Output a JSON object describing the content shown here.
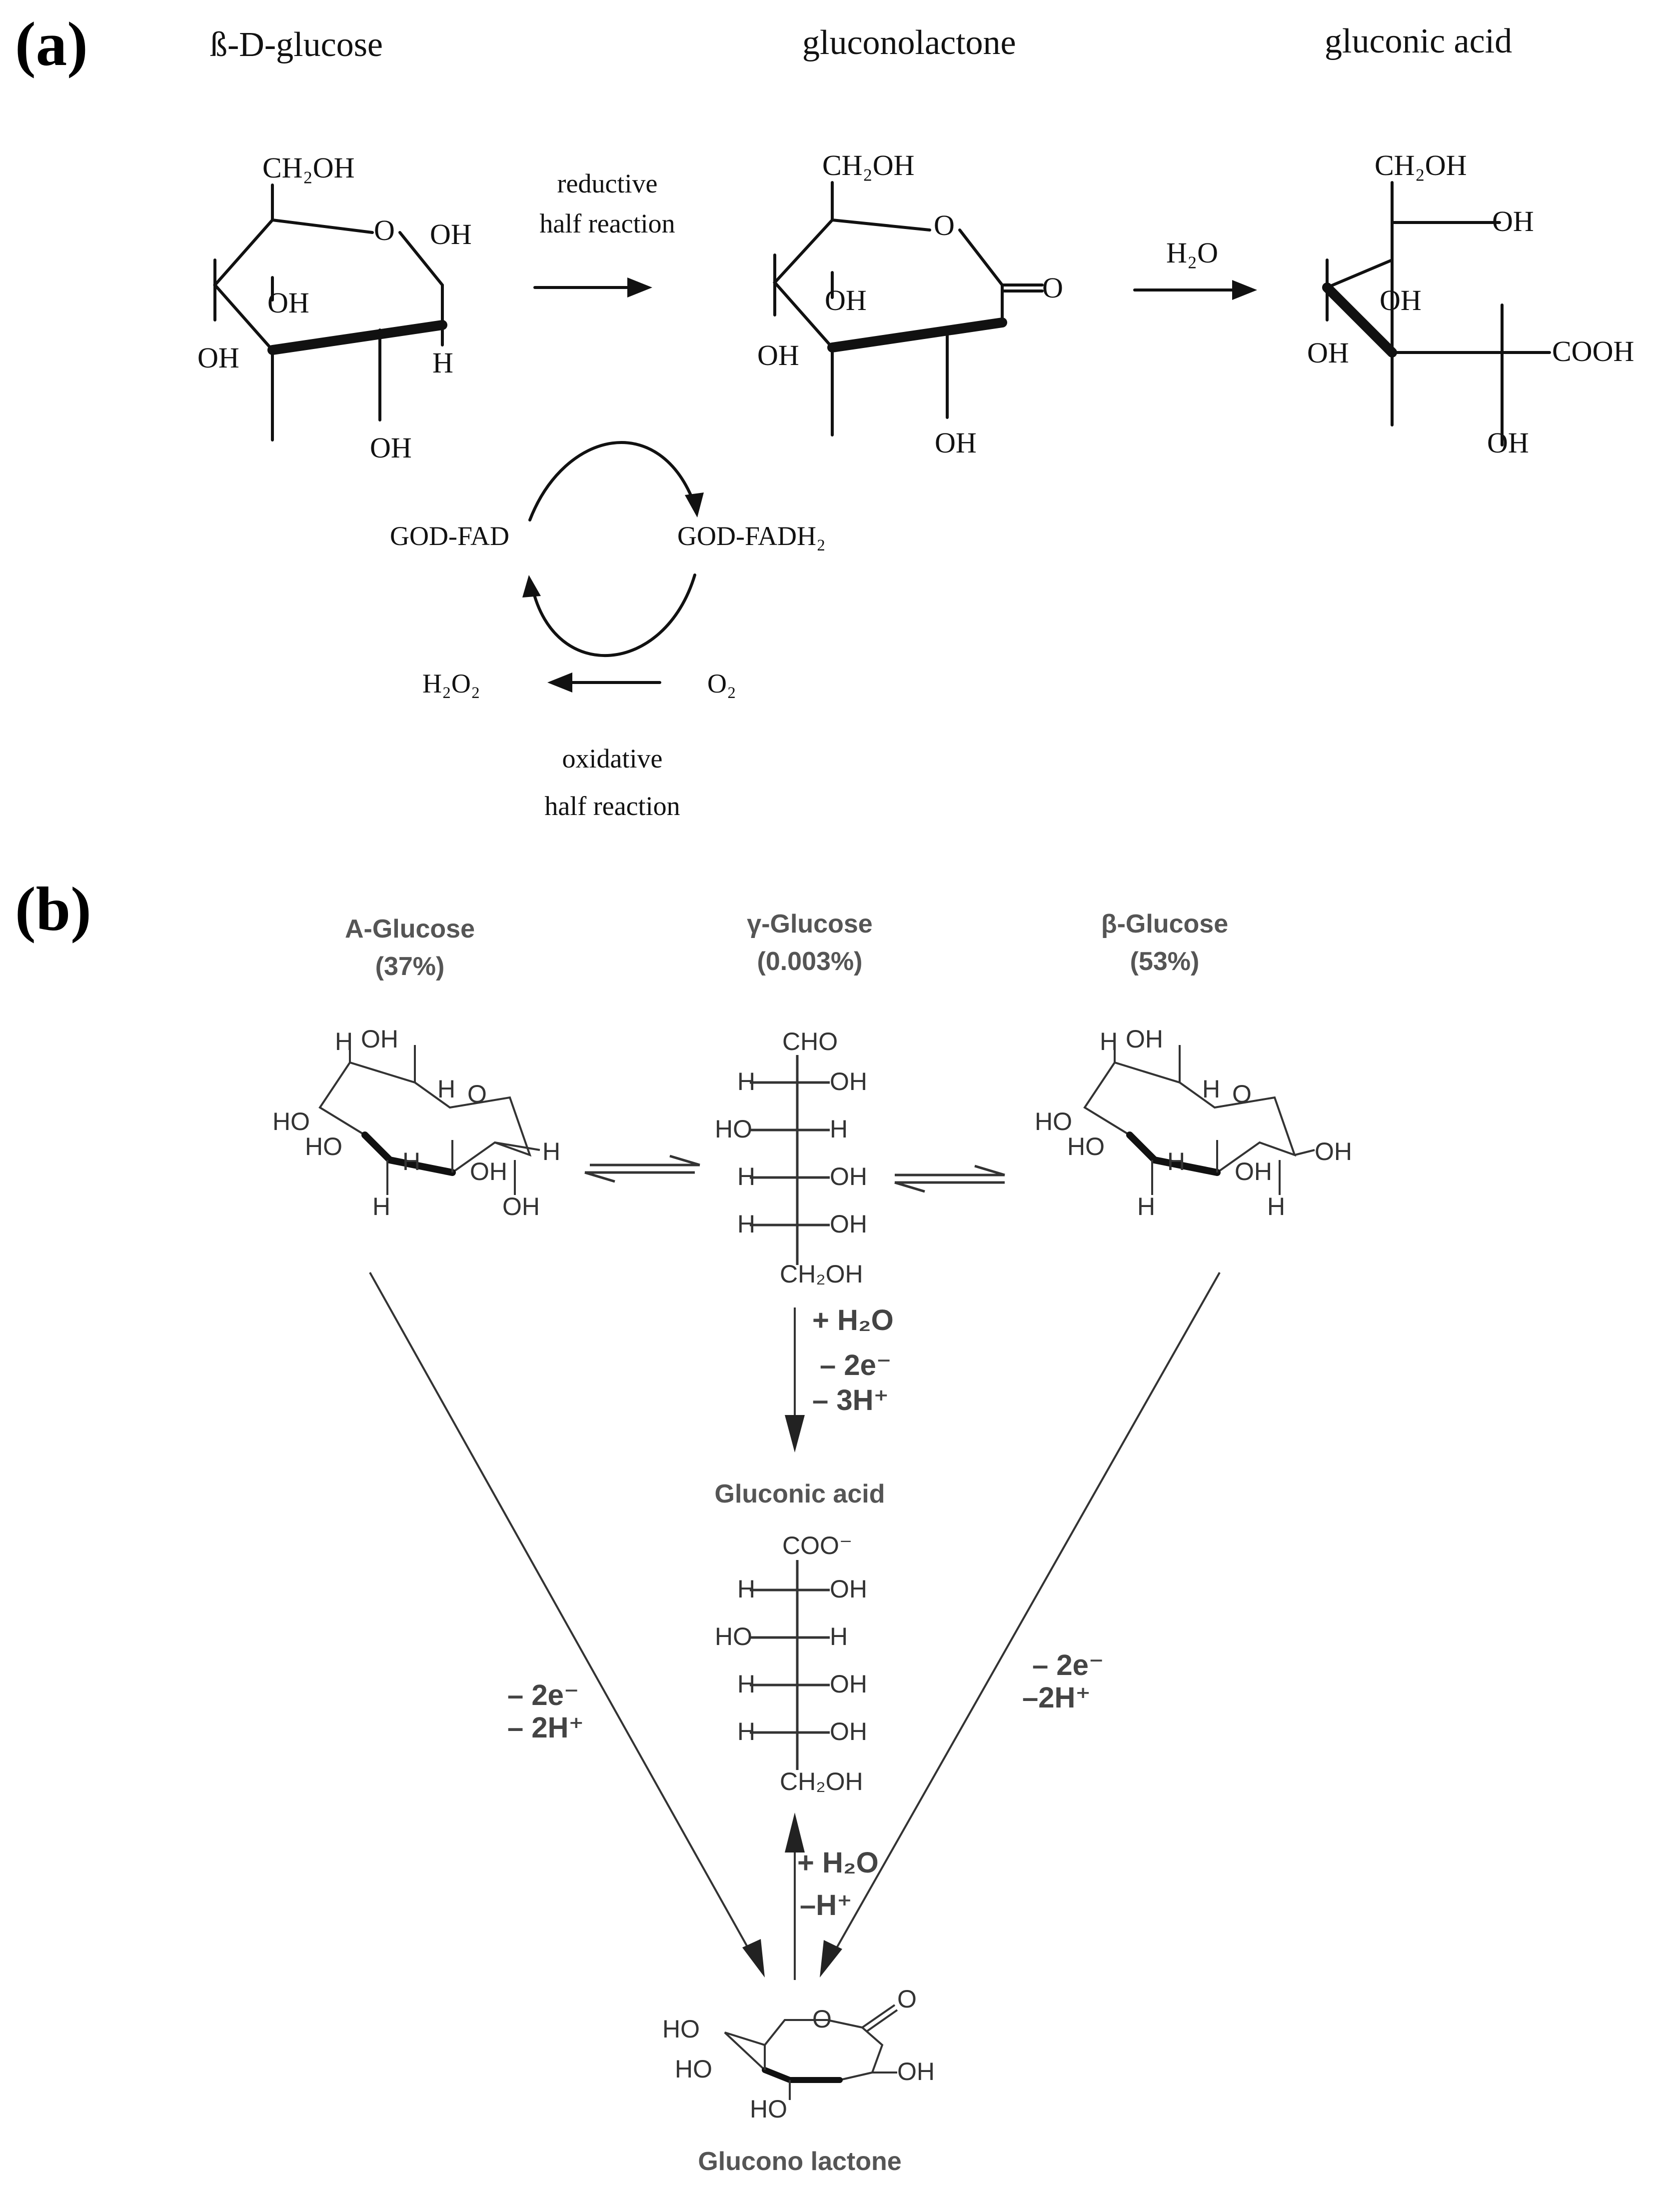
{
  "panel_a": {
    "label": "(a)",
    "titles": {
      "glucose": "ß-D-glucose",
      "lactone": "gluconolactone",
      "acid": "gluconic acid"
    },
    "groups": {
      "ch2oh": "CH₂OH",
      "o": "O",
      "oh": "OH",
      "h": "H",
      "cooh": "COOH",
      "eq_o": "=O"
    },
    "reductive": [
      "reductive",
      "half reaction"
    ],
    "oxidative": [
      "oxidative",
      "half reaction"
    ],
    "water": "H₂O",
    "god_fad": "GOD-FAD",
    "god_fadh2": "GOD-FADH₂",
    "o2": "O₂",
    "h2o2": "H₂O₂"
  },
  "panel_b": {
    "label": "(b)",
    "alpha": {
      "name": "A-Glucose",
      "pct": "(37%)"
    },
    "gamma": {
      "name": "γ-Glucose",
      "pct": "(0.003%)"
    },
    "beta": {
      "name": "β-Glucose",
      "pct": "(53%)"
    },
    "atoms": {
      "h": "H",
      "oh": "OH",
      "ho": "HO",
      "o": "O",
      "cho": "CHO",
      "ch2oh": "CH₂OH",
      "coo": "COO⁻"
    },
    "gamma_step": [
      "+ H₂O",
      "– 2e⁻",
      "– 3H⁺"
    ],
    "gluconic_acid": "Gluconic acid",
    "left_step": [
      "– 2e⁻",
      "– 2H⁺"
    ],
    "right_step": [
      "– 2e⁻",
      "–2H⁺"
    ],
    "lactone_step": [
      "+ H₂O",
      "–H⁺"
    ],
    "glucono_lactone": "Glucono lactone"
  }
}
